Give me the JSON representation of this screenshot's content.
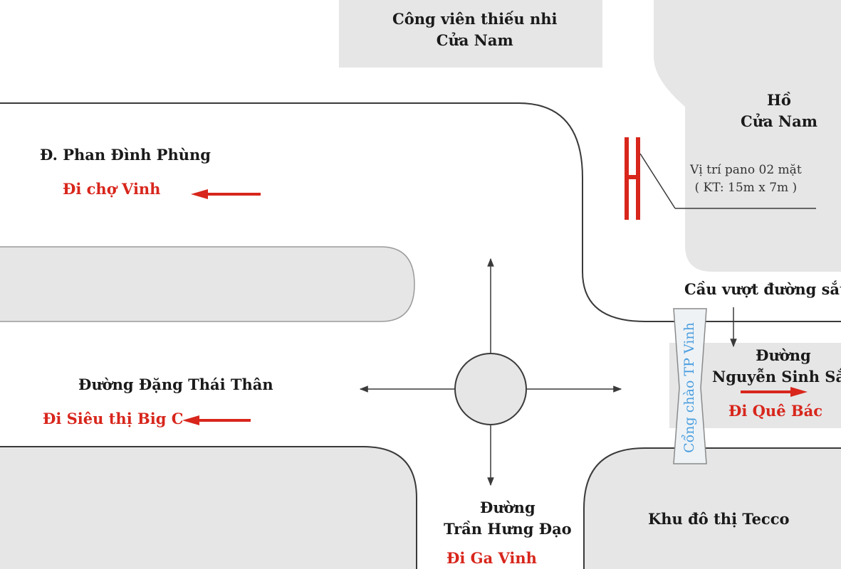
{
  "labels": {
    "park": "Công viên thiếu nhi\nCửa Nam",
    "lake": "Hồ\nCửa Nam",
    "pano": "Vị trí pano 02 mặt\n( KT: 15m x 7m )",
    "phan_dinh_phung": "Đ. Phan Đình Phùng",
    "di_cho_vinh": "Đi chợ Vinh",
    "dang_thai_than": "Đường Đặng Thái Thân",
    "di_big_c": "Đi Siêu thị Big C",
    "cau_vuot": "Cầu vượt đường sắt",
    "nguyen_sinh_sac": "Đường\nNguyễn Sinh Sắc",
    "di_que_bac": "Đi Quê Bác",
    "cong_chao": "Cổng chào TP Vinh",
    "tran_hung_dao": "Đường\nTrần Hưng Đạo",
    "di_ga_vinh": "Đi Ga Vinh",
    "tecco": "Khu đô thị Tecco"
  },
  "colors": {
    "block": "#e6e6e6",
    "road_line": "#3a3a3a",
    "accent_red": "#d8261c",
    "gate_blue": "#4a9ee0"
  },
  "icons": {
    "billboard": "billboard-icon",
    "roundabout": "roundabout-icon",
    "direction_arrow": "direction-arrow-icon"
  }
}
